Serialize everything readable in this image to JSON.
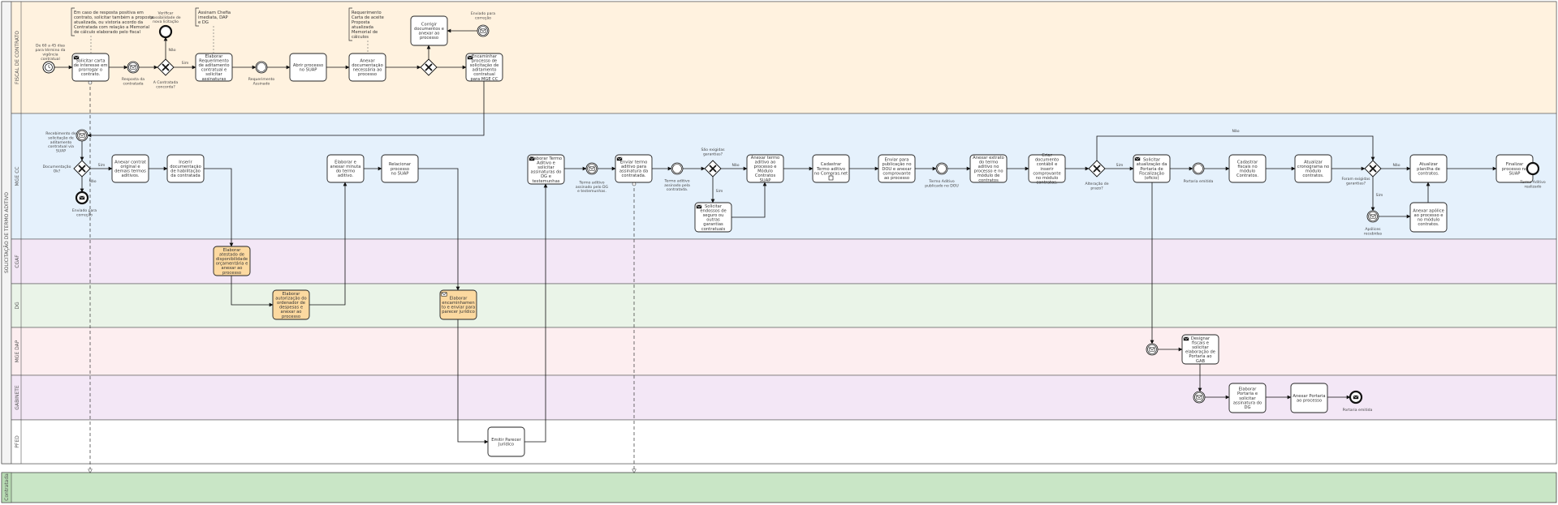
{
  "pool": {
    "title": "SOLICITAÇÃO DE TERMO ADITIVO"
  },
  "lanes": [
    {
      "id": "fiscal",
      "label": "FISCAL DE CONTRATO",
      "color": "#fff2df"
    },
    {
      "id": "mgcc",
      "label": "MGE CC",
      "color": "#e5f1fc"
    },
    {
      "id": "cgaf",
      "label": "CGAF",
      "color": "#f3e7f6"
    },
    {
      "id": "dg",
      "label": "DG",
      "color": "#eaf4e8"
    },
    {
      "id": "mgdap",
      "label": "MGE DAP",
      "color": "#fdeef0"
    },
    {
      "id": "gabinete",
      "label": "GABINETE",
      "color": "#f3e7f6"
    },
    {
      "id": "pfed",
      "label": "PFED",
      "color": "#ffffff"
    }
  ],
  "external_pool": {
    "label": "Contratada",
    "color": "#c9e6c6"
  },
  "annotations": {
    "a1": [
      "Em caso de resposta positiva em",
      "contrato, solicitar também a proposta",
      "atualizada, ou vistoria acordo da",
      "Contratada com relação a Memorial",
      "de cálculo elaborado pelo fiscal"
    ],
    "a2": [
      "Assinam Chefia",
      "imediata, DAP",
      "e DG"
    ],
    "a3": [
      "Requerimento",
      "Carta de aceite",
      "Proposta",
      "atualizada",
      "Memorial de",
      "cálculos"
    ]
  },
  "tasks": {
    "t1": [
      "Solicitar carta",
      "de interesse em",
      "prorrogar o",
      "contrato."
    ],
    "t2": [
      "Elaborar",
      "Requerimento",
      "de aditamento",
      "contratual e",
      "solicitar",
      "assinaturas"
    ],
    "t3": [
      "Abrir processo",
      "no SUAP"
    ],
    "t4": [
      "Anexar",
      "documentação",
      "necessária ao",
      "processo"
    ],
    "t5": [
      "Corrigir",
      "documentos e",
      "anexar ao",
      "processo"
    ],
    "t6": [
      "Encaminhar",
      "processo de",
      "solicitação de",
      "aditamento",
      "contratual",
      "para MGE CC"
    ],
    "m1": [
      "Anexar contrat",
      "original e",
      "demais termos",
      "aditivos."
    ],
    "m2": [
      "Inserir",
      "documentação",
      "de habilitação",
      "da contratada"
    ],
    "m3": [
      "Elaborar e",
      "anexar minuta",
      "do termo",
      "aditivo."
    ],
    "m4": [
      "Relacionar",
      "processo",
      "no SUAP"
    ],
    "m5": [
      "Elaborar Termo",
      "Aditivo e",
      "solicitar",
      "assinaturas do",
      "DG e",
      "testemunhas"
    ],
    "m6": [
      "Enviar termo",
      "aditivo para",
      "assinatura da",
      "contratada."
    ],
    "m7": [
      "Anexar termo",
      "aditivo ao",
      "processo e",
      "Módulo",
      "Contratos",
      "SUAP"
    ],
    "m8": [
      "Solicitar",
      "endossos de",
      "seguro ou",
      "outras",
      "garantias",
      "contratuais"
    ],
    "m9": [
      "Cadastrar",
      "Termo aditivo",
      "no Compras.net"
    ],
    "m10": [
      "Enviar para",
      "publicação no",
      "DOU e anexar",
      "comprovante",
      "ao processo"
    ],
    "m11": [
      "Anexar extrato",
      "do termo",
      "aditivo no",
      "processo e no",
      "módulo de",
      "contratos"
    ],
    "m12": [
      "Criar",
      "documento",
      "contábil e",
      "inserir",
      "comprovante",
      "no módulo",
      "contratos."
    ],
    "m13": [
      "Solicitar",
      "atualização da",
      "Portaria de",
      "Fiscalização",
      "(oficio)"
    ],
    "m14": [
      "Cadastrar",
      "fiscais no",
      "módulo",
      "Contratos."
    ],
    "m15": [
      "Atualizar",
      "cronograma no",
      "módulo",
      "contratos."
    ],
    "m16": [
      "Atualizar",
      "planilha de",
      "contratos."
    ],
    "m17": [
      "Finalizar",
      "processo no",
      "SUAP"
    ],
    "m18": [
      "Anexar apólice",
      "ao processo e",
      "no módulo",
      "contratos."
    ],
    "c1": [
      "Elaborar",
      "atestado de",
      "disponibilidade",
      "orçamentária e",
      "anexar ao",
      "processo"
    ],
    "d1": [
      "Elaborar",
      "autorização do",
      "ordenador de",
      "despesas e",
      "anexar ao",
      "processo"
    ],
    "d2": [
      "Elaborar",
      "encaminhamen",
      "to e enviar para",
      "parecer jurídico"
    ],
    "p1": [
      "Emitir Parecer",
      "Jurídico"
    ],
    "dap1": [
      "Designar",
      "fiscais e",
      "solicitar",
      "elaboração de",
      "Portaria ao",
      "GAB"
    ],
    "g1": [
      "Elaborar",
      "Portaria e",
      "solicitar",
      "assinatura do",
      "DG"
    ],
    "g2": [
      "Anexar Portaria",
      "ao processo"
    ]
  },
  "labels": {
    "e_start": [
      "De 60 a 45 dias",
      "para término da",
      "vigência",
      "contratual"
    ],
    "e_resp": [
      "Resposta da",
      "contratada"
    ],
    "e_verif": [
      "Verificar",
      "possibilidade de",
      "nova licitação"
    ],
    "e_concorda": [
      "A Contratada",
      "concorda?"
    ],
    "e_req": [
      "Requerimento",
      "Assinado"
    ],
    "e_envcorr": [
      "Enviado para",
      "correção"
    ],
    "m_receb": [
      "Recebimento de",
      "solicitação de",
      "aditamento",
      "contratual via",
      "SUAP"
    ],
    "m_docok": [
      "Documentação",
      "Ok?"
    ],
    "m_envcorr": [
      "Enviado para",
      "correção"
    ],
    "m_assdg": [
      "Termo aditivo",
      "assinado pelo DG",
      "e testemunhas."
    ],
    "m_asscont": [
      "Termo aditivo",
      "assinado pela",
      "contratada."
    ],
    "m_exig": [
      "São exigidas",
      "garantias?"
    ],
    "m_pub": [
      "Termo Aditivo",
      "publicado no DOU"
    ],
    "m_alt": [
      "Alteração de",
      "prazo?"
    ],
    "m_port": [
      "Portaria emitida"
    ],
    "m_fem": [
      "Foram exigidas",
      "garantias?"
    ],
    "m_apol": [
      "Apólices",
      "recebidas"
    ],
    "m_end": [
      "Termo Aditivo",
      "realizado"
    ],
    "g_port": [
      "Portaria emitida"
    ],
    "sim": "Sim",
    "nao": "Não"
  },
  "colors": {
    "stroke": "#222222",
    "highlight": "#fcd9a0",
    "flow": "#111111"
  }
}
